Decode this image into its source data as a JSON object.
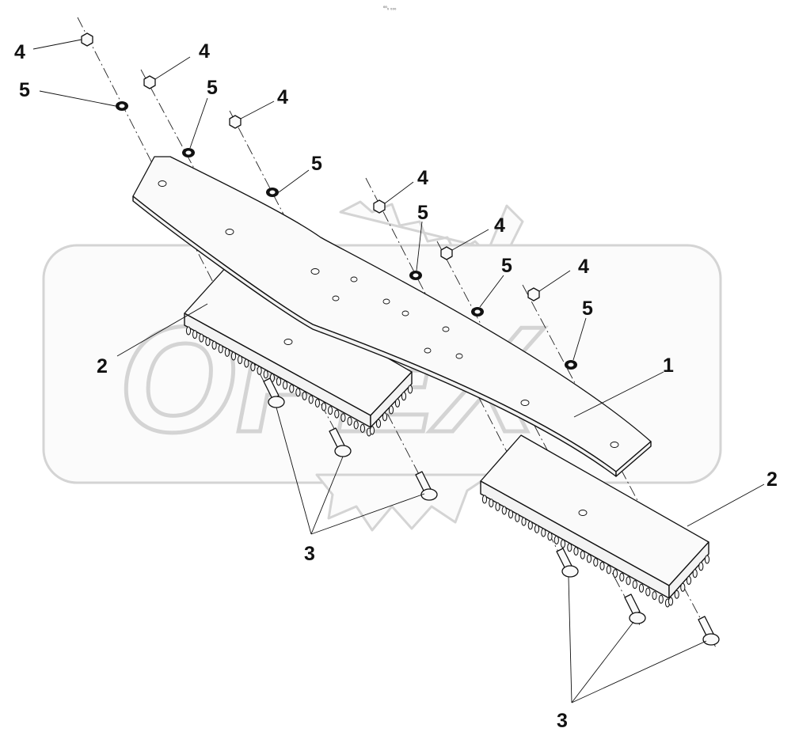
{
  "drawing": {
    "header_text": "⁰⁰₀ ₀₀₀",
    "watermark_text": "OPEX"
  },
  "callouts": {
    "c1": "1",
    "c2a": "2",
    "c2b": "2",
    "c3a": "3",
    "c3b": "3",
    "c4a": "4",
    "c4b": "4",
    "c4c": "4",
    "c4d": "4",
    "c4e": "4",
    "c4f": "4",
    "c5a": "5",
    "c5b": "5",
    "c5c": "5",
    "c5d": "5",
    "c5e": "5",
    "c5f": "5"
  },
  "parts": [
    {
      "number": "1",
      "name": "bar"
    },
    {
      "number": "2",
      "name": "toothed-pad"
    },
    {
      "number": "3",
      "name": "bolt"
    },
    {
      "number": "4",
      "name": "nut"
    },
    {
      "number": "5",
      "name": "washer"
    }
  ]
}
